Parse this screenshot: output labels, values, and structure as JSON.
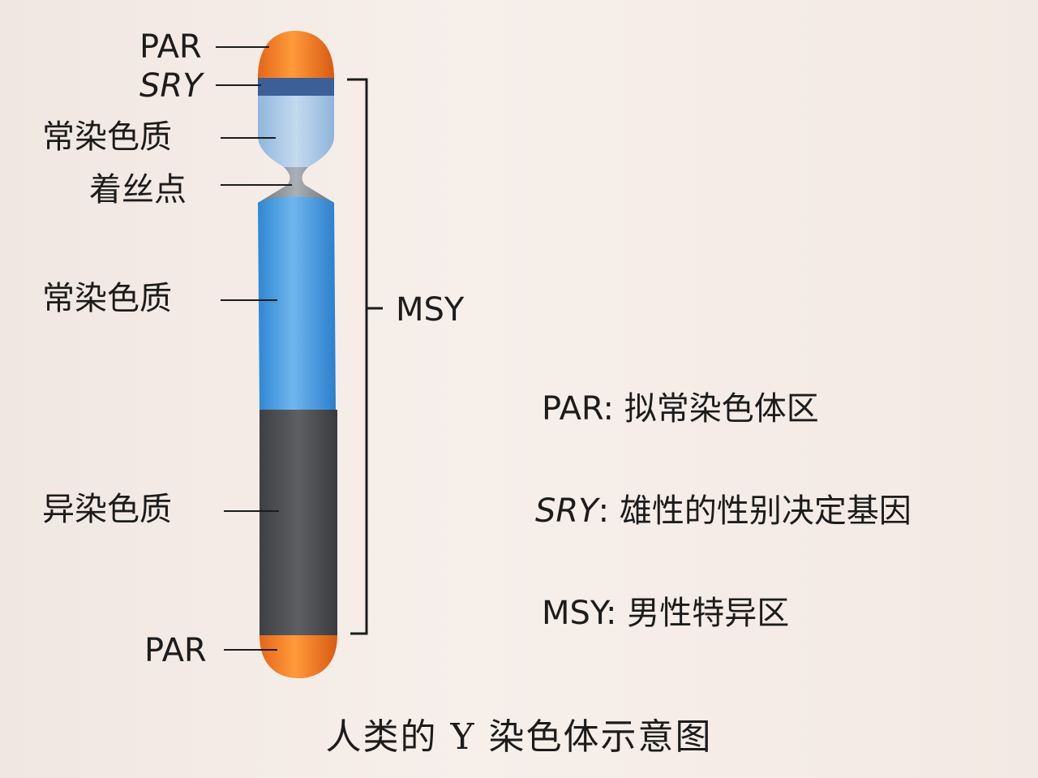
{
  "labels": {
    "par_top": "PAR",
    "sry": "SRY",
    "euchromatin_upper": "常染色质",
    "centromere": "着丝点",
    "euchromatin_lower": "常染色质",
    "heterochromatin": "异染色质",
    "par_bottom": "PAR",
    "msy": "MSY"
  },
  "legend": [
    {
      "term": "PAR",
      "separator": ":",
      "definition": "拟常染色体区"
    },
    {
      "term": "SRY",
      "separator": ":",
      "definition": "雄性的性别决定基因"
    },
    {
      "term": "MSY",
      "separator": ":",
      "definition": "男性特异区"
    }
  ],
  "caption": "人类的 Y 染色体示意图",
  "colors": {
    "par": "#f07a1e",
    "sry_band": "#3b5f96",
    "euchromatin_upper": "#aecbe6",
    "euchromatin_lower": "#4a9fe0",
    "heterochromatin": "#4e4f52",
    "line": "#1c1c1c"
  }
}
